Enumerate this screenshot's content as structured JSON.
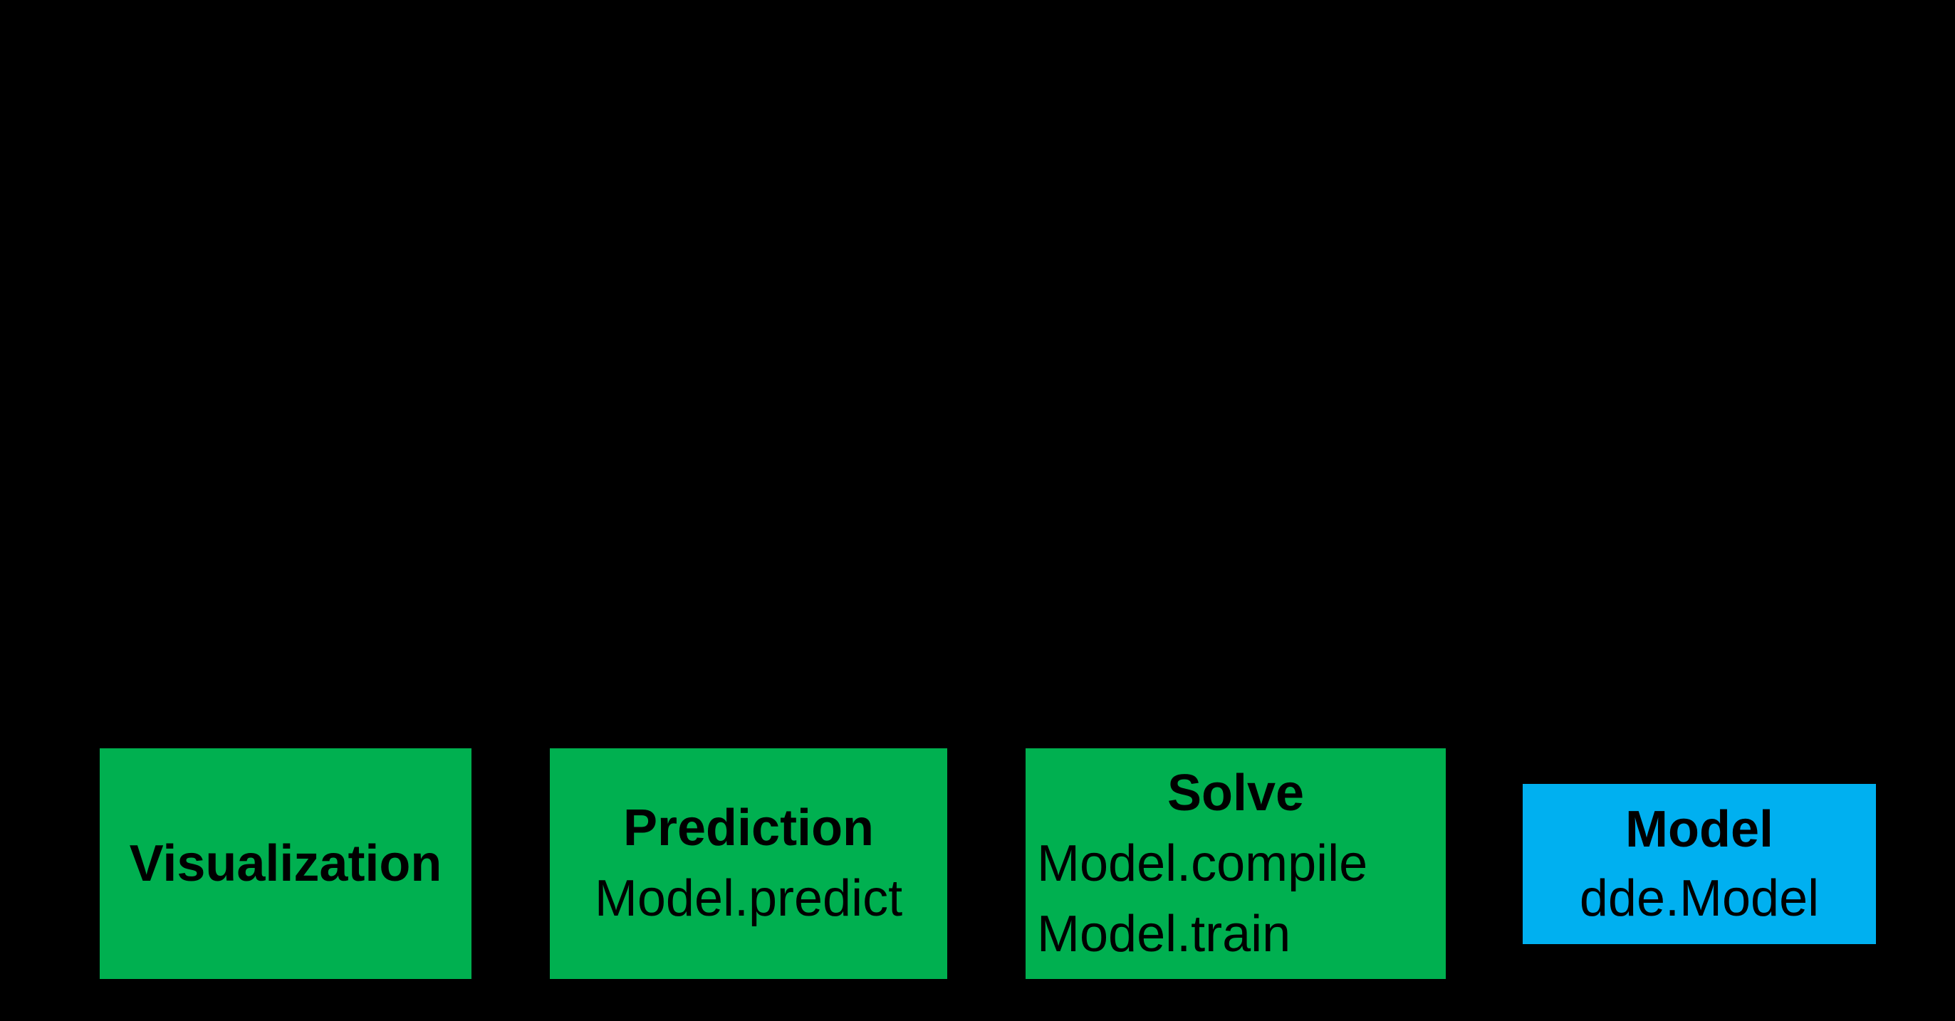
{
  "diagram": {
    "background_color": "#000000",
    "text_color": "#000000",
    "colors": {
      "process_green": "#00b050",
      "model_blue": "#00b0f0"
    },
    "boxes": {
      "visualization": {
        "label": "Visualization",
        "color": "#00b050"
      },
      "prediction": {
        "title": "Prediction",
        "method": "Model.predict",
        "color": "#00b050"
      },
      "solve": {
        "title": "Solve",
        "method_compile": "Model.compile",
        "method_train": "Model.train",
        "color": "#00b050"
      },
      "model": {
        "title": "Model",
        "method": "dde.Model",
        "color": "#00b0f0"
      }
    }
  }
}
